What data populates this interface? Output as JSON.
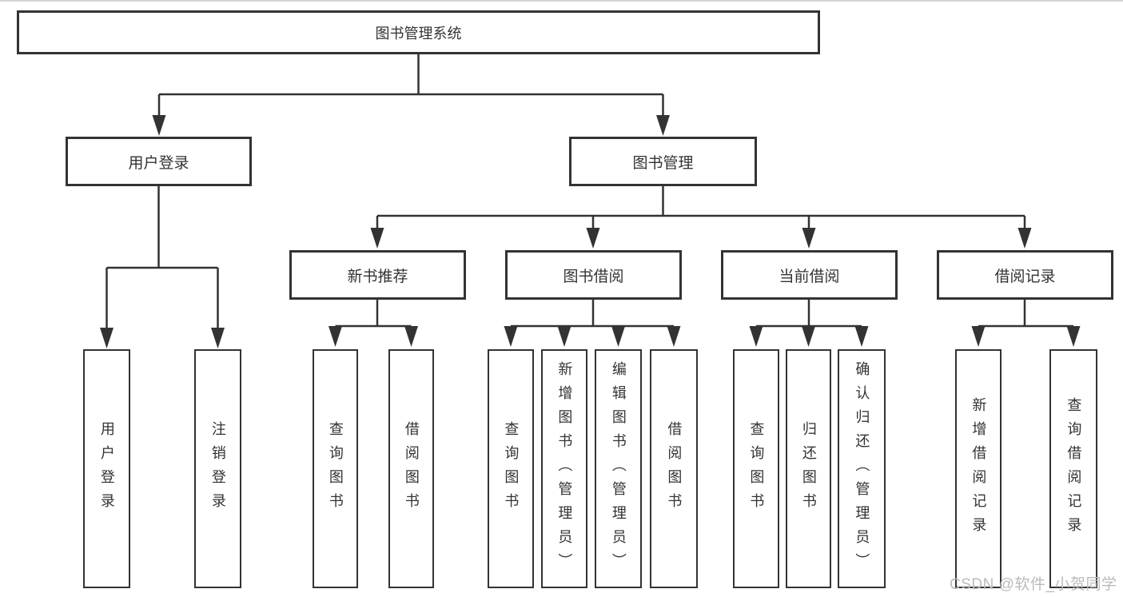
{
  "diagram": {
    "root": {
      "label": "图书管理系统"
    },
    "children": [
      {
        "label": "用户登录",
        "children": [
          {
            "label": "用户登录"
          },
          {
            "label": "注销登录"
          }
        ]
      },
      {
        "label": "图书管理",
        "children": [
          {
            "label": "新书推荐",
            "children": [
              {
                "label": "查询图书"
              },
              {
                "label": "借阅图书"
              }
            ]
          },
          {
            "label": "图书借阅",
            "children": [
              {
                "label": "查询图书"
              },
              {
                "label": "新增图书（管理员）"
              },
              {
                "label": "编辑图书（管理员）"
              },
              {
                "label": "借阅图书"
              }
            ]
          },
          {
            "label": "当前借阅",
            "children": [
              {
                "label": "查询图书"
              },
              {
                "label": "归还图书"
              },
              {
                "label": "确认归还（管理员）"
              }
            ]
          },
          {
            "label": "借阅记录",
            "children": [
              {
                "label": "新增借阅记录"
              },
              {
                "label": "查询借阅记录"
              }
            ]
          }
        ]
      }
    ]
  },
  "watermark": "CSDN @软件_小贺同学",
  "colors": {
    "line": "#333333",
    "text": "#333333",
    "watermark": "#bbbbbb",
    "background": "#ffffff"
  }
}
